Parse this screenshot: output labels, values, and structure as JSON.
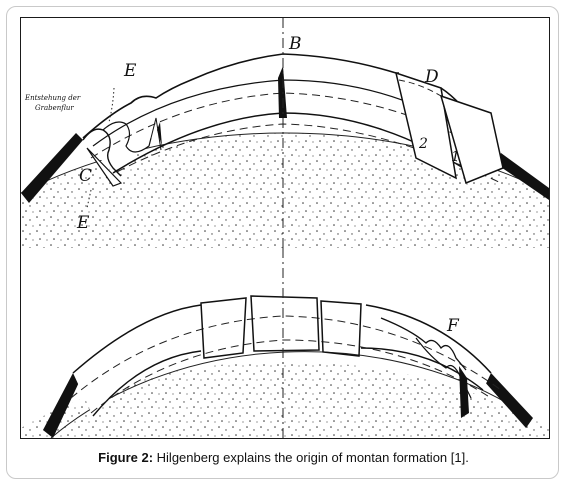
{
  "figure": {
    "caption_label": "Figure 2:",
    "caption_text": " Hilgenberg explains the origin of montan formation [1].",
    "labels": {
      "B": "B",
      "C": "C",
      "D": "D",
      "E_upper": "E",
      "E_lower": "E",
      "F": "F",
      "num_1": "1",
      "num_2": "2",
      "annotation_line1": "Entstehung der",
      "annotation_line2": "Grabenflur"
    }
  }
}
